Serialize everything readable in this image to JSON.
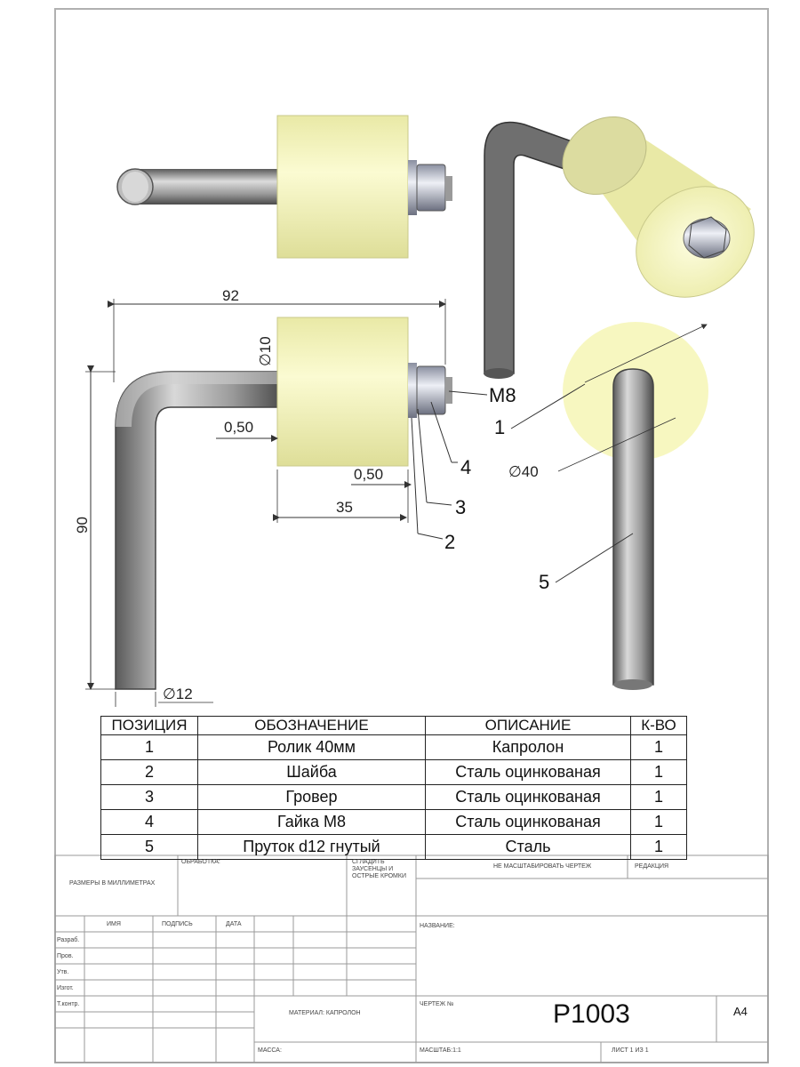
{
  "dimensions": {
    "length_top": "92",
    "shaft_diameter": "∅10",
    "thread": "M8",
    "gap_left": "0,50",
    "gap_right": "0,50",
    "roller_width": "35",
    "height": "90",
    "rod_diameter": "∅12",
    "roller_diameter": "∅40"
  },
  "callouts": [
    "1",
    "2",
    "3",
    "4",
    "5"
  ],
  "parts_table": {
    "headers": [
      "ПОЗИЦИЯ",
      "ОБОЗНАЧЕНИЕ",
      "ОПИСАНИЕ",
      "К-ВО"
    ],
    "rows": [
      [
        "1",
        "Ролик 40мм",
        "Капролон",
        "1"
      ],
      [
        "2",
        "Шайба",
        "Сталь оцинкованая",
        "1"
      ],
      [
        "3",
        "Гровер",
        "Сталь оцинкованая",
        "1"
      ],
      [
        "4",
        "Гайка М8",
        "Сталь оцинкованая",
        "1"
      ],
      [
        "5",
        "Пруток d12 гнутый",
        "Сталь",
        "1"
      ]
    ]
  },
  "title_block": {
    "dims_note": "РАЗМЕРЫ В МИЛЛИМЕТРАХ",
    "finish": "ОБРАБОТКА:",
    "deburr": "СГЛАДИТЬ ЗАУСЕНЦЫ И ОСТРЫЕ КРОМКИ",
    "no_scale": "НЕ МАСШТАБИРОВАТЬ ЧЕРТЕЖ",
    "revision": "РЕДАКЦИЯ",
    "col_name": "ИМЯ",
    "col_sign": "ПОДПИСЬ",
    "col_date": "ДАТА",
    "name_label": "НАЗВАНИЕ:",
    "role_1": "Разраб.",
    "role_2": "Пров.",
    "role_3": "Утв.",
    "role_4": "Изгот.",
    "role_5": "Т.контр.",
    "material": "МАТЕРИАЛ: КАПРОЛОН",
    "drawing_no_label": "ЧЕРТЕЖ №",
    "drawing_no": "P1003",
    "format": "A4",
    "mass": "МАССА:",
    "scale": "МАСШТАБ:1:1",
    "sheet": "ЛИСТ 1 ИЗ 1"
  },
  "colors": {
    "roller": "#f2f2b4",
    "rod": "#8c8c8c",
    "frame": "#b0b0b0"
  }
}
